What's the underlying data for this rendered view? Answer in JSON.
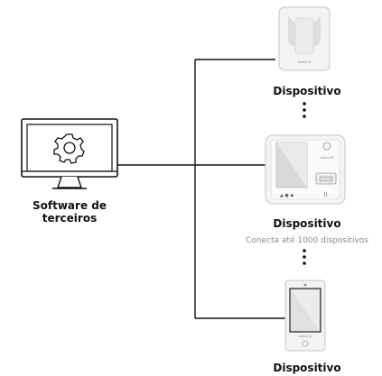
{
  "software": {
    "label_line1": "Software de",
    "label_line2": "terceiros"
  },
  "devices": [
    {
      "label": "Dispositivo",
      "brand": "control iD"
    },
    {
      "label": "Dispositivo",
      "caption": "Conecta até 1000 dispositivos",
      "brand": "control iD"
    },
    {
      "label": "Dispositivo",
      "brand": "control iD"
    }
  ],
  "icons": {
    "computer": "monitor-gear-icon",
    "top_device": "access-reader-icon",
    "middle_device": "access-terminal-icon",
    "bottom_device": "touch-panel-icon",
    "ellipsis": "vertical-ellipsis-icon"
  },
  "colors": {
    "line": "#111111",
    "device_body": "#f1f1f1",
    "device_border": "#cfcfcf",
    "screen": "#e2e2e2"
  }
}
